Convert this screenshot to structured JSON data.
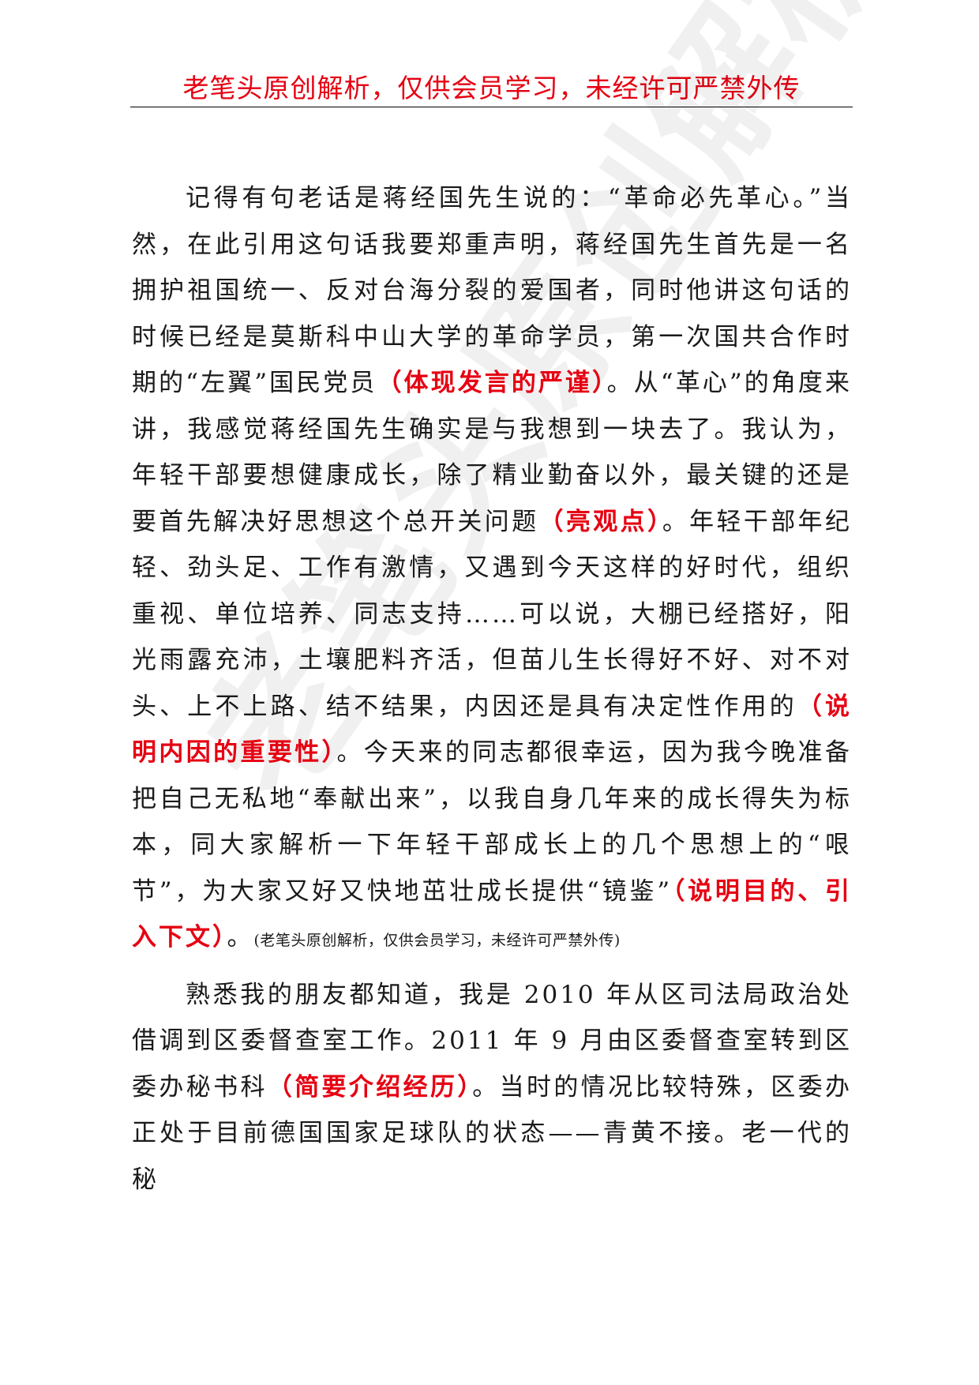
{
  "header": {
    "title": "老笔头原创解析，仅供会员学习，未经许可严禁外传"
  },
  "watermark": {
    "text": "老笔头原创解析"
  },
  "paragraph1": {
    "t1": "记得有句老话是蒋经国先生说的：“革命必先革心。”当然，在此引用这句话我要郑重声明，蒋经国先生首先是一名拥护祖国统一、反对台海分裂的爱国者，同时他讲这句话的时候已经是莫斯科中山大学的革命学员，第一次国共合作时期的“左翼”国民党员",
    "n1": "（体现发言的严谨）",
    "t2": "。从“革心”的角度来讲，我感觉蒋经国先生确实是与我想到一块去了。我认为，年轻干部要想健康成长，除了精业勤奋以外，最关键的还是要首先解决好思想这个总开关问题",
    "n2": "（亮观点）",
    "t3": "。年轻干部年纪轻、劲头足、工作有激情，又遇到今天这样的好时代，组织重视、单位培养、同志支持……可以说，大棚已经搭好，阳光雨露充沛，土壤肥料齐活，但苗儿生长得好不好、对不对头、上不上路、结不结果，内因还是具有决定性作用的",
    "n3": "（说明内因的重要性）",
    "t4": "。今天来的同志都很幸运，因为我今晚准备把自己无私地“奉献出来”，以我自身几年来的成长得失为标本，同大家解析一下年轻干部成长上的几个思想上的“哏节”，为大家又好又快地茁壮成长提供“镜鉴”",
    "n4": "（说明目的、引入下文）",
    "t5": "。",
    "small": "(老笔头原创解析，仅供会员学习，未经许可严禁外传)"
  },
  "paragraph2": {
    "t1": "熟悉我的朋友都知道，我是 2010 年从区司法局政治处借调到区委督查室工作。2011 年 9 月由区委督查室转到区委办秘书科",
    "n1": "（简要介绍经历）",
    "t2": "。当时的情况比较特殊，区委办正处于目前德国国家足球队的状态——青黄不接。老一代的秘"
  },
  "colors": {
    "accent_red": "#e60012",
    "text": "#1a1a1a"
  }
}
